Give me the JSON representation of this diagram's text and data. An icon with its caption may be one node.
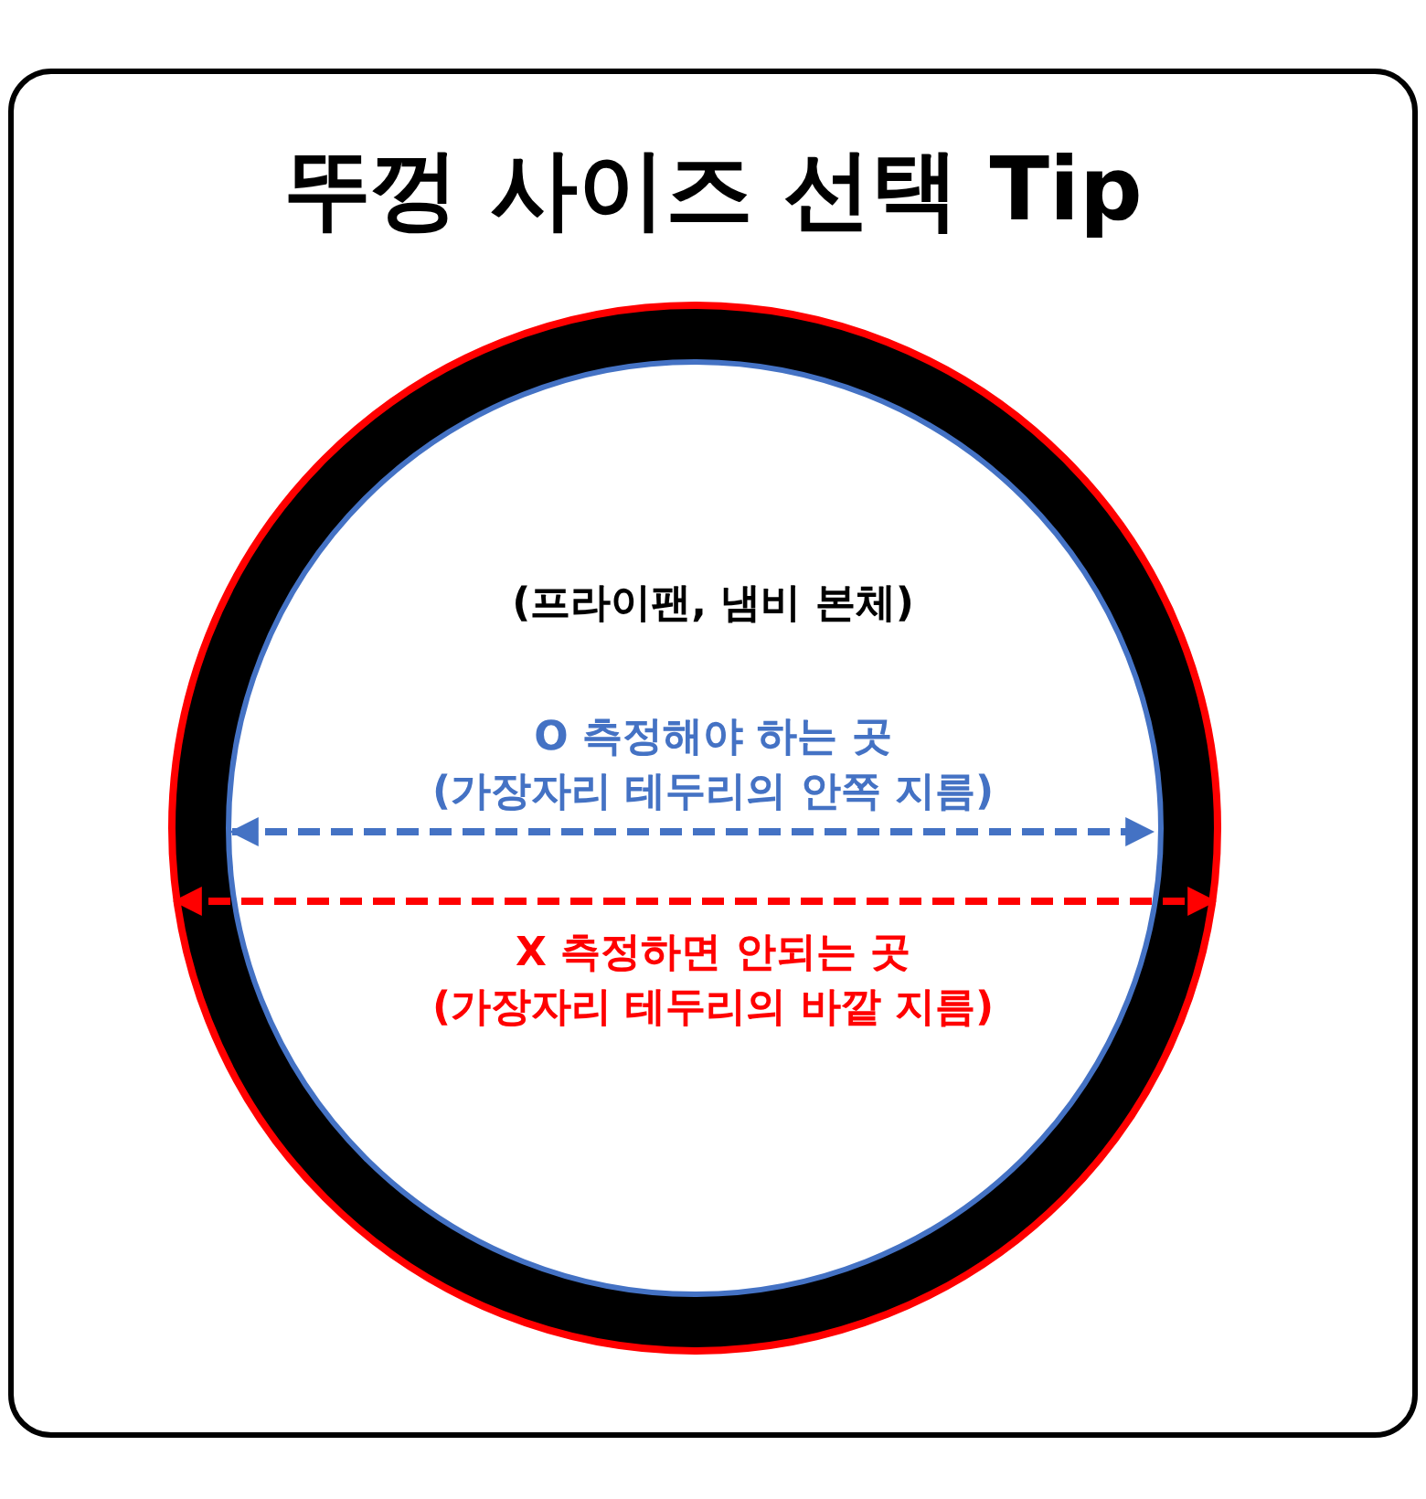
{
  "diagram": {
    "title": "뚜껑 사이즈 선택 Tip",
    "labels": [
      "(프라이팬, 냄비 본체)",
      "O 측정해야 하는 곳",
      "(가장자리 테두리의 안쪽 지름)",
      "X 측정하면 안되는 곳",
      "(가장자리 테두리의 바깥 지름)"
    ]
  }
}
